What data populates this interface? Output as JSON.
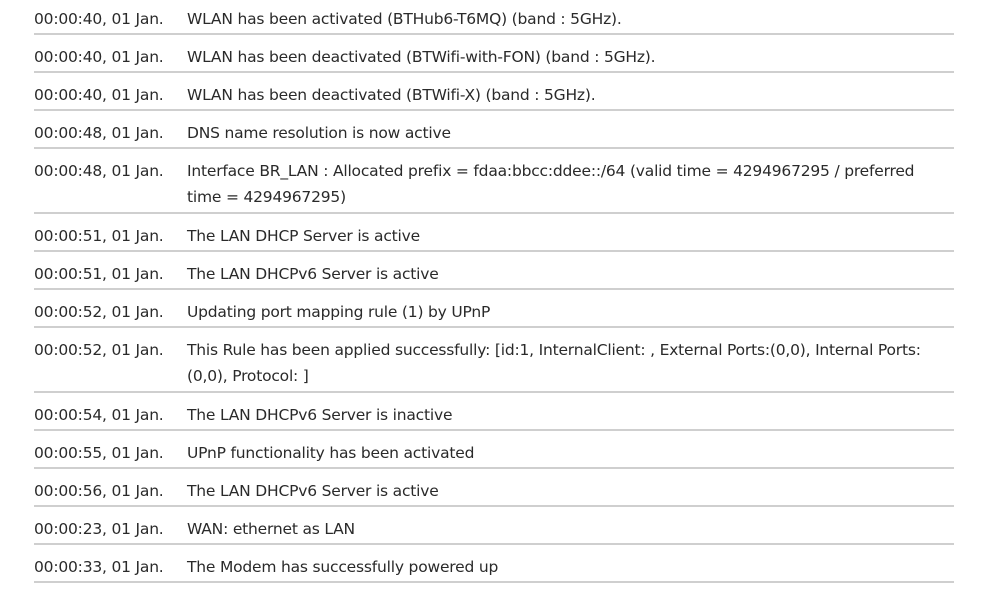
{
  "log": {
    "rows": [
      {
        "time": "00:00:40, 01 Jan.",
        "message": "WLAN has been activated (BTHub6-T6MQ) (band : 5GHz)."
      },
      {
        "time": "00:00:40, 01 Jan.",
        "message": "WLAN has been deactivated (BTWifi-with-FON) (band : 5GHz)."
      },
      {
        "time": "00:00:40, 01 Jan.",
        "message": "WLAN has been deactivated (BTWifi-X) (band : 5GHz)."
      },
      {
        "time": "00:00:48, 01 Jan.",
        "message": "DNS name resolution is now active"
      },
      {
        "time": "00:00:48, 01 Jan.",
        "message": "Interface BR_LAN : Allocated prefix = fdaa:bbcc:ddee::/64 (valid time = 4294967295 / preferred time = 4294967295)"
      },
      {
        "time": "00:00:51, 01 Jan.",
        "message": "The LAN DHCP Server is active"
      },
      {
        "time": "00:00:51, 01 Jan.",
        "message": "The LAN DHCPv6 Server is active"
      },
      {
        "time": "00:00:52, 01 Jan.",
        "message": "Updating port mapping rule (1) by UPnP"
      },
      {
        "time": "00:00:52, 01 Jan.",
        "message": "This Rule has been applied successfully: [id:1, InternalClient: , External Ports:(0,0), Internal Ports: (0,0), Protocol: ]"
      },
      {
        "time": "00:00:54, 01 Jan.",
        "message": "The LAN DHCPv6 Server is inactive"
      },
      {
        "time": "00:00:55, 01 Jan.",
        "message": "UPnP functionality has been activated"
      },
      {
        "time": "00:00:56, 01 Jan.",
        "message": "The LAN DHCPv6 Server is active"
      },
      {
        "time": "00:00:23, 01 Jan.",
        "message": "WAN: ethernet as LAN"
      },
      {
        "time": "00:00:33, 01 Jan.",
        "message": "The Modem has successfully powered up"
      }
    ]
  }
}
